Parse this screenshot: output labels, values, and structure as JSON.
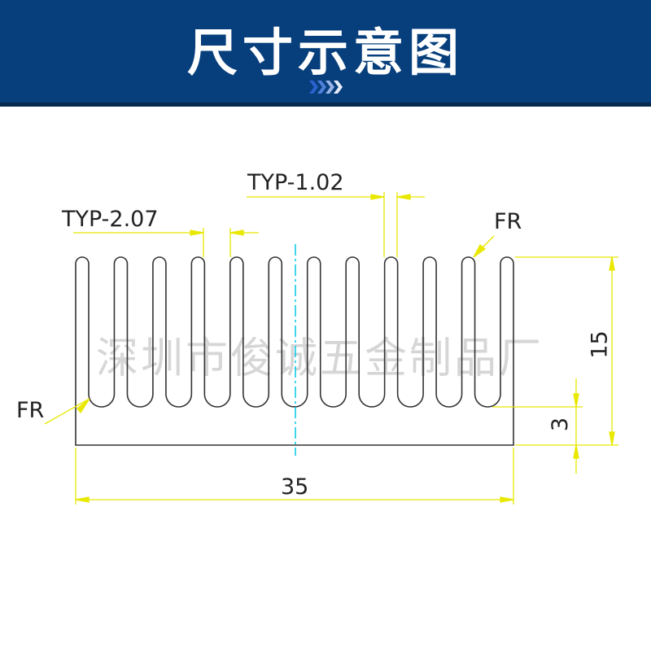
{
  "header": {
    "title": "尺寸示意图",
    "chevron_icon": "double-chevron-right-icon"
  },
  "watermark": "深圳市俊诚五金制品厂",
  "drawing": {
    "fin_count": 12,
    "dimensions": {
      "fin_pitch": "TYP-2.07",
      "fin_thickness": "TYP-1.02",
      "width": "35",
      "height": "15",
      "base": "3",
      "fillet_top": "FR",
      "fillet_bottom": "FR"
    },
    "colors": {
      "header": "#073f7c",
      "dimension": "#e8e800",
      "centerline": "#00c8e6",
      "outline": "#333333"
    }
  }
}
